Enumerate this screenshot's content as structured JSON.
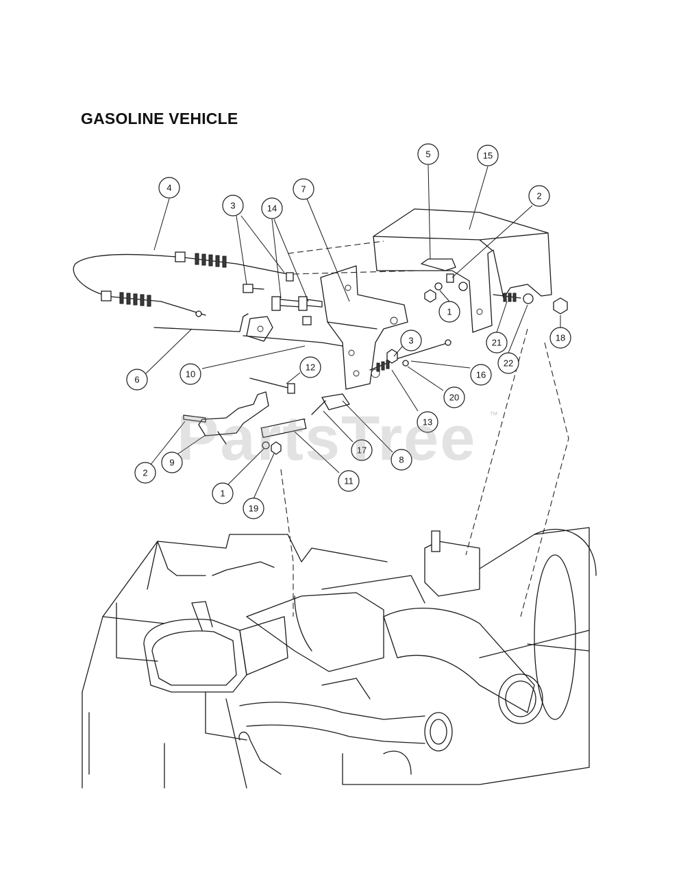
{
  "title": "GASOLINE VEHICLE",
  "watermark": "PartsTree",
  "watermark_tm": "™",
  "callouts": [
    {
      "id": "c4",
      "label": "4"
    },
    {
      "id": "c3a",
      "label": "3"
    },
    {
      "id": "c14",
      "label": "14"
    },
    {
      "id": "c7",
      "label": "7"
    },
    {
      "id": "c5",
      "label": "5"
    },
    {
      "id": "c15",
      "label": "15"
    },
    {
      "id": "c2a",
      "label": "2"
    },
    {
      "id": "c1a",
      "label": "1"
    },
    {
      "id": "c21",
      "label": "21"
    },
    {
      "id": "c22",
      "label": "22"
    },
    {
      "id": "c18",
      "label": "18"
    },
    {
      "id": "c3b",
      "label": "3"
    },
    {
      "id": "c16",
      "label": "16"
    },
    {
      "id": "c20",
      "label": "20"
    },
    {
      "id": "c13",
      "label": "13"
    },
    {
      "id": "c12",
      "label": "12"
    },
    {
      "id": "c10",
      "label": "10"
    },
    {
      "id": "c6",
      "label": "6"
    },
    {
      "id": "c8",
      "label": "8"
    },
    {
      "id": "c17",
      "label": "17"
    },
    {
      "id": "c11",
      "label": "11"
    },
    {
      "id": "c2b",
      "label": "2"
    },
    {
      "id": "c9",
      "label": "9"
    },
    {
      "id": "c1b",
      "label": "1"
    },
    {
      "id": "c19",
      "label": "19"
    }
  ]
}
